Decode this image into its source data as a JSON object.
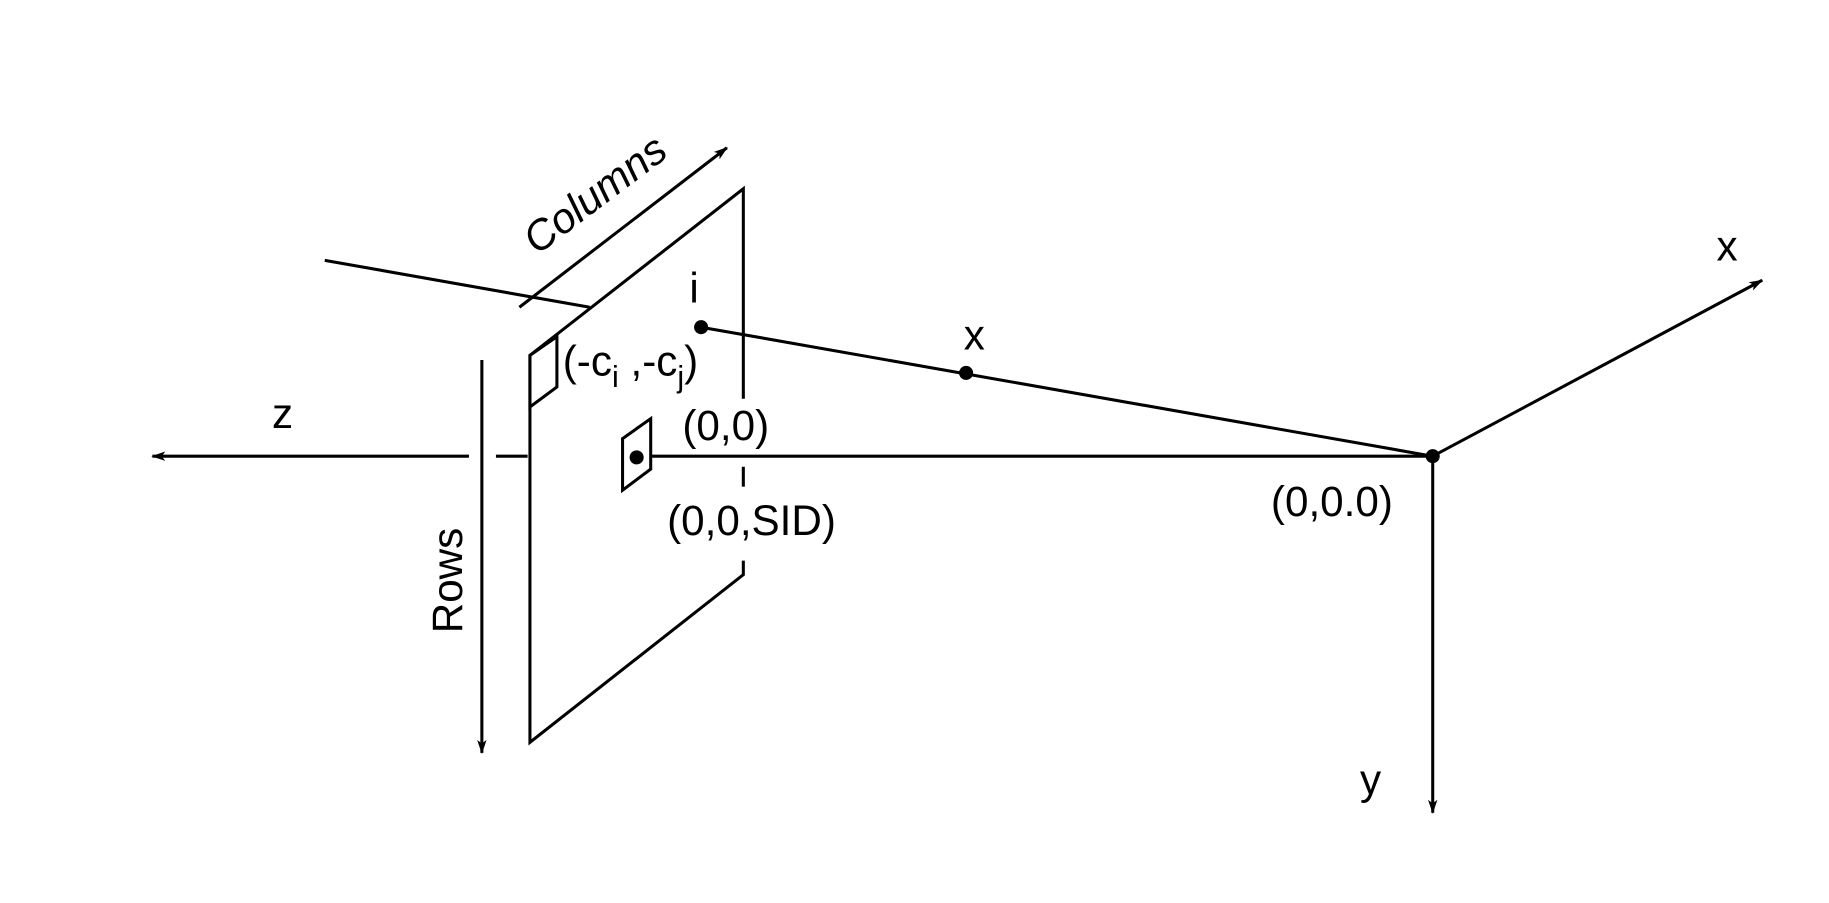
{
  "labels": {
    "columns": "Columns",
    "rows": "Rows",
    "pixel_i": "i",
    "point_x": "x",
    "axis_x": "x",
    "axis_y": "y",
    "axis_z": "z",
    "corner_open": "(-c",
    "corner_sub_i": "i",
    "corner_mid": " ,-c",
    "corner_sub_j": "j",
    "corner_close": ")",
    "detector_origin": "(0,0)",
    "detector_center": "(0,0,SID)",
    "source_origin": "(0,0.0)"
  },
  "colors": {
    "stroke": "#000000",
    "background": "#ffffff"
  }
}
